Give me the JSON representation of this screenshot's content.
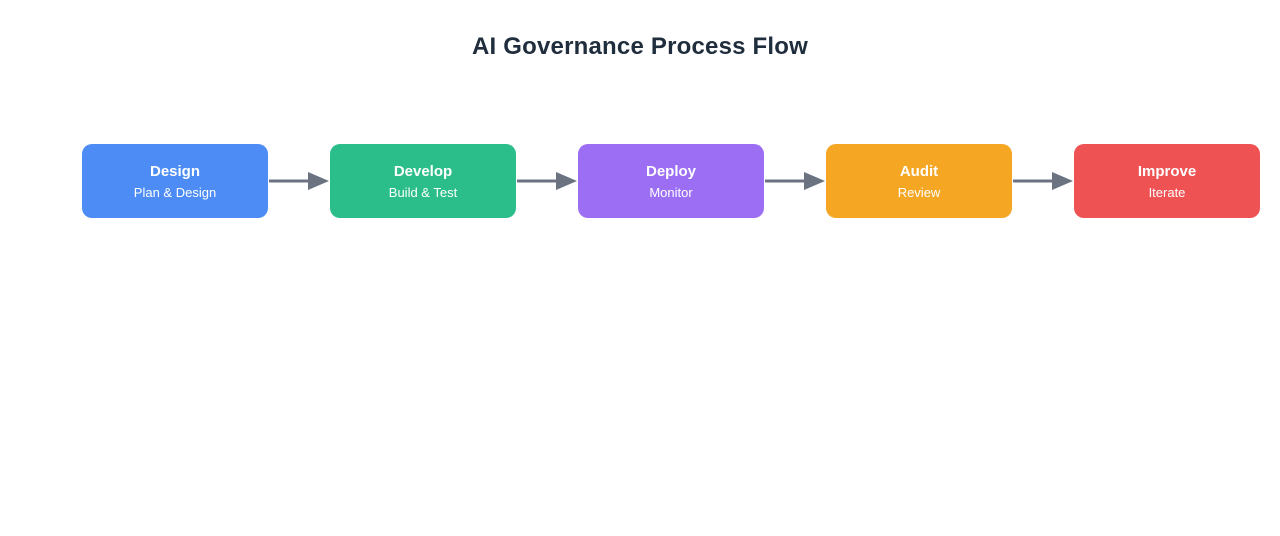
{
  "page": {
    "title": "AI Governance Process Flow",
    "background_color": "#ffffff",
    "title_color": "#1f2d3d"
  },
  "flow": {
    "connector_color": "#6b7280",
    "connector_icon": "arrow-right-icon",
    "nodes": [
      {
        "id": "design",
        "title": "Design",
        "subtitle": "Plan & Design",
        "color": "#4d8cf5",
        "text_color": "#ffffff"
      },
      {
        "id": "develop",
        "title": "Develop",
        "subtitle": "Build & Test",
        "color": "#2bbe8a",
        "text_color": "#ffffff"
      },
      {
        "id": "deploy",
        "title": "Deploy",
        "subtitle": "Monitor",
        "color": "#9b6ef3",
        "text_color": "#ffffff"
      },
      {
        "id": "audit",
        "title": "Audit",
        "subtitle": "Review",
        "color": "#f5a623",
        "text_color": "#ffffff"
      },
      {
        "id": "improve",
        "title": "Improve",
        "subtitle": "Iterate",
        "color": "#ee5253",
        "text_color": "#ffffff"
      }
    ]
  }
}
